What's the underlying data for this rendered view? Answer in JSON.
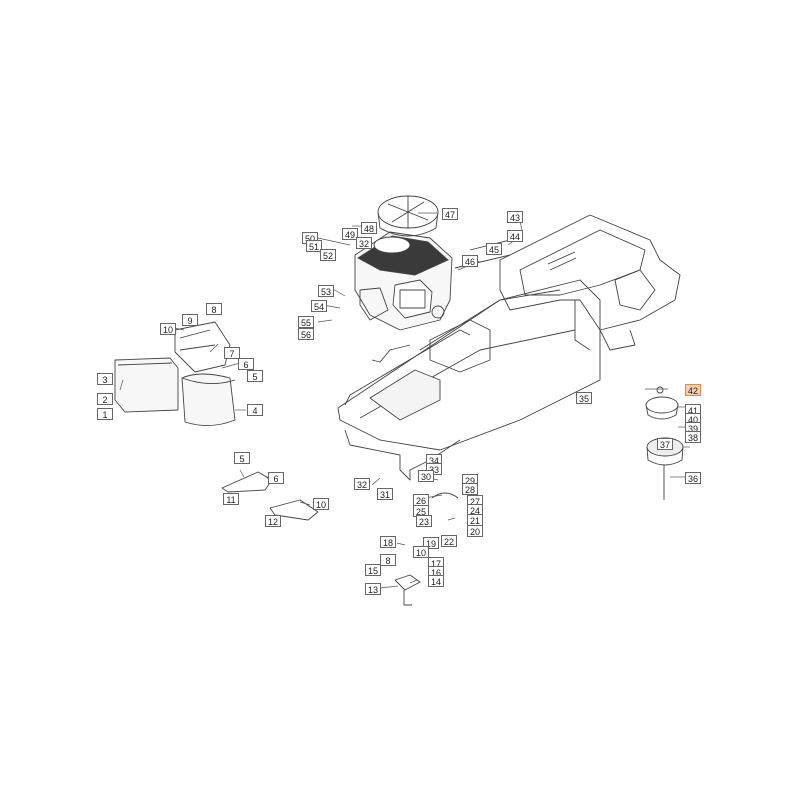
{
  "diagram": {
    "highlight_color": "#f6cfae",
    "highlighted_part": "42",
    "callouts": [
      {
        "n": "47"
      },
      {
        "n": "48"
      },
      {
        "n": "49"
      },
      {
        "n": "50"
      },
      {
        "n": "51"
      },
      {
        "n": "32"
      },
      {
        "n": "52"
      },
      {
        "n": "43"
      },
      {
        "n": "44"
      },
      {
        "n": "45"
      },
      {
        "n": "46"
      },
      {
        "n": "53"
      },
      {
        "n": "54"
      },
      {
        "n": "55"
      },
      {
        "n": "56"
      },
      {
        "n": "9"
      },
      {
        "n": "8"
      },
      {
        "n": "10"
      },
      {
        "n": "7"
      },
      {
        "n": "6"
      },
      {
        "n": "5"
      },
      {
        "n": "3"
      },
      {
        "n": "2"
      },
      {
        "n": "1"
      },
      {
        "n": "4"
      },
      {
        "n": "42"
      },
      {
        "n": "41"
      },
      {
        "n": "40"
      },
      {
        "n": "39"
      },
      {
        "n": "38"
      },
      {
        "n": "37"
      },
      {
        "n": "36"
      },
      {
        "n": "35"
      },
      {
        "n": "5"
      },
      {
        "n": "6"
      },
      {
        "n": "11"
      },
      {
        "n": "10"
      },
      {
        "n": "12"
      },
      {
        "n": "34"
      },
      {
        "n": "33"
      },
      {
        "n": "30"
      },
      {
        "n": "29"
      },
      {
        "n": "28"
      },
      {
        "n": "32"
      },
      {
        "n": "31"
      },
      {
        "n": "26"
      },
      {
        "n": "27"
      },
      {
        "n": "25"
      },
      {
        "n": "24"
      },
      {
        "n": "23"
      },
      {
        "n": "21"
      },
      {
        "n": "20"
      },
      {
        "n": "22"
      },
      {
        "n": "18"
      },
      {
        "n": "19"
      },
      {
        "n": "10"
      },
      {
        "n": "8"
      },
      {
        "n": "17"
      },
      {
        "n": "15"
      },
      {
        "n": "16"
      },
      {
        "n": "14"
      },
      {
        "n": "13"
      }
    ]
  }
}
